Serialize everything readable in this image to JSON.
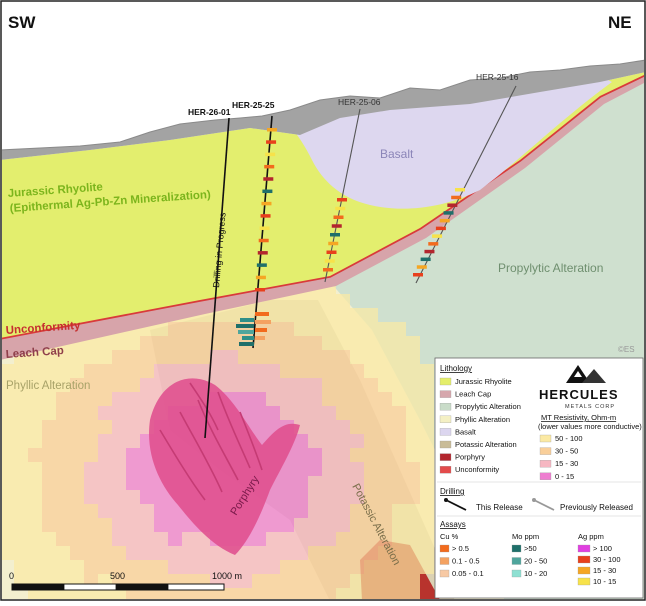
{
  "compass": {
    "left": "SW",
    "right": "NE"
  },
  "drillholes": {
    "h1": "HER-26-01",
    "h2": "HER-25-25",
    "h3": "HER-25-06",
    "h4": "HER-25-16",
    "progress": "Drilling in Progress"
  },
  "units": {
    "basalt": "Basalt",
    "rhyolite_line1": "Jurassic Rhyolite",
    "rhyolite_line2": "(Epithermal Ag-Pb-Zn Mineralization)",
    "propylytic": "Propylytic Alteration",
    "unconformity": "Unconformity",
    "leach_cap": "Leach Cap",
    "phyllic": "Phyllic Alteration",
    "porphyry": "Porphyry",
    "potassic": "Potassic Alteration",
    "copyright": "©ES"
  },
  "scale": {
    "t0": "0",
    "t500": "500",
    "t1000": "1000 m"
  },
  "legend": {
    "lithology_title": "Lithology",
    "lithology": [
      {
        "label": "Jurassic Rhyolite",
        "color": "#e4ee6a"
      },
      {
        "label": "Leach Cap",
        "color": "#d6a7ad"
      },
      {
        "label": "Propylytic Alteration",
        "color": "#c9dcc9"
      },
      {
        "label": "Phyllic Alteration",
        "color": "#f4f0c4"
      },
      {
        "label": "Basalt",
        "color": "#dcd6ef"
      },
      {
        "label": "Potassic Alteration",
        "color": "#c9bc98"
      },
      {
        "label": "Porphyry",
        "color": "#b3262e"
      },
      {
        "label": "Unconformity",
        "color": "#e34b4b"
      }
    ],
    "logo_name": "HERCULES",
    "logo_sub": "METALS CORP",
    "mt_title": "MT Resistivity, Ohm-m",
    "mt_sub": "(lower values more conductive)",
    "mt": [
      {
        "label": "50 - 100",
        "color": "#fbe9a3"
      },
      {
        "label": "30 - 50",
        "color": "#f9cf9a"
      },
      {
        "label": "15 - 30",
        "color": "#f6b7c2"
      },
      {
        "label": "0 - 15",
        "color": "#ee7ed0"
      }
    ],
    "drilling_title": "Drilling",
    "this_release": "This Release",
    "prev_released": "Previously Released",
    "assays_title": "Assays",
    "cu_title": "Cu %",
    "cu": [
      {
        "label": "> 0.5",
        "color": "#f26b1d"
      },
      {
        "label": "0.1 - 0.5",
        "color": "#f4a261"
      },
      {
        "label": "0.05 - 0.1",
        "color": "#f7c9a4"
      }
    ],
    "mo_title": "Mo ppm",
    "mo": [
      {
        "label": ">50",
        "color": "#1f6f6a"
      },
      {
        "label": "20 - 50",
        "color": "#4fa59c"
      },
      {
        "label": "10 - 20",
        "color": "#8ee0d2"
      }
    ],
    "ag_title": "Ag ppm",
    "ag": [
      {
        "label": "> 100",
        "color": "#e040e0"
      },
      {
        "label": "30 - 100",
        "color": "#e8401c"
      },
      {
        "label": "15 - 30",
        "color": "#f5a623"
      },
      {
        "label": "10 - 15",
        "color": "#f7e24a"
      }
    ]
  }
}
